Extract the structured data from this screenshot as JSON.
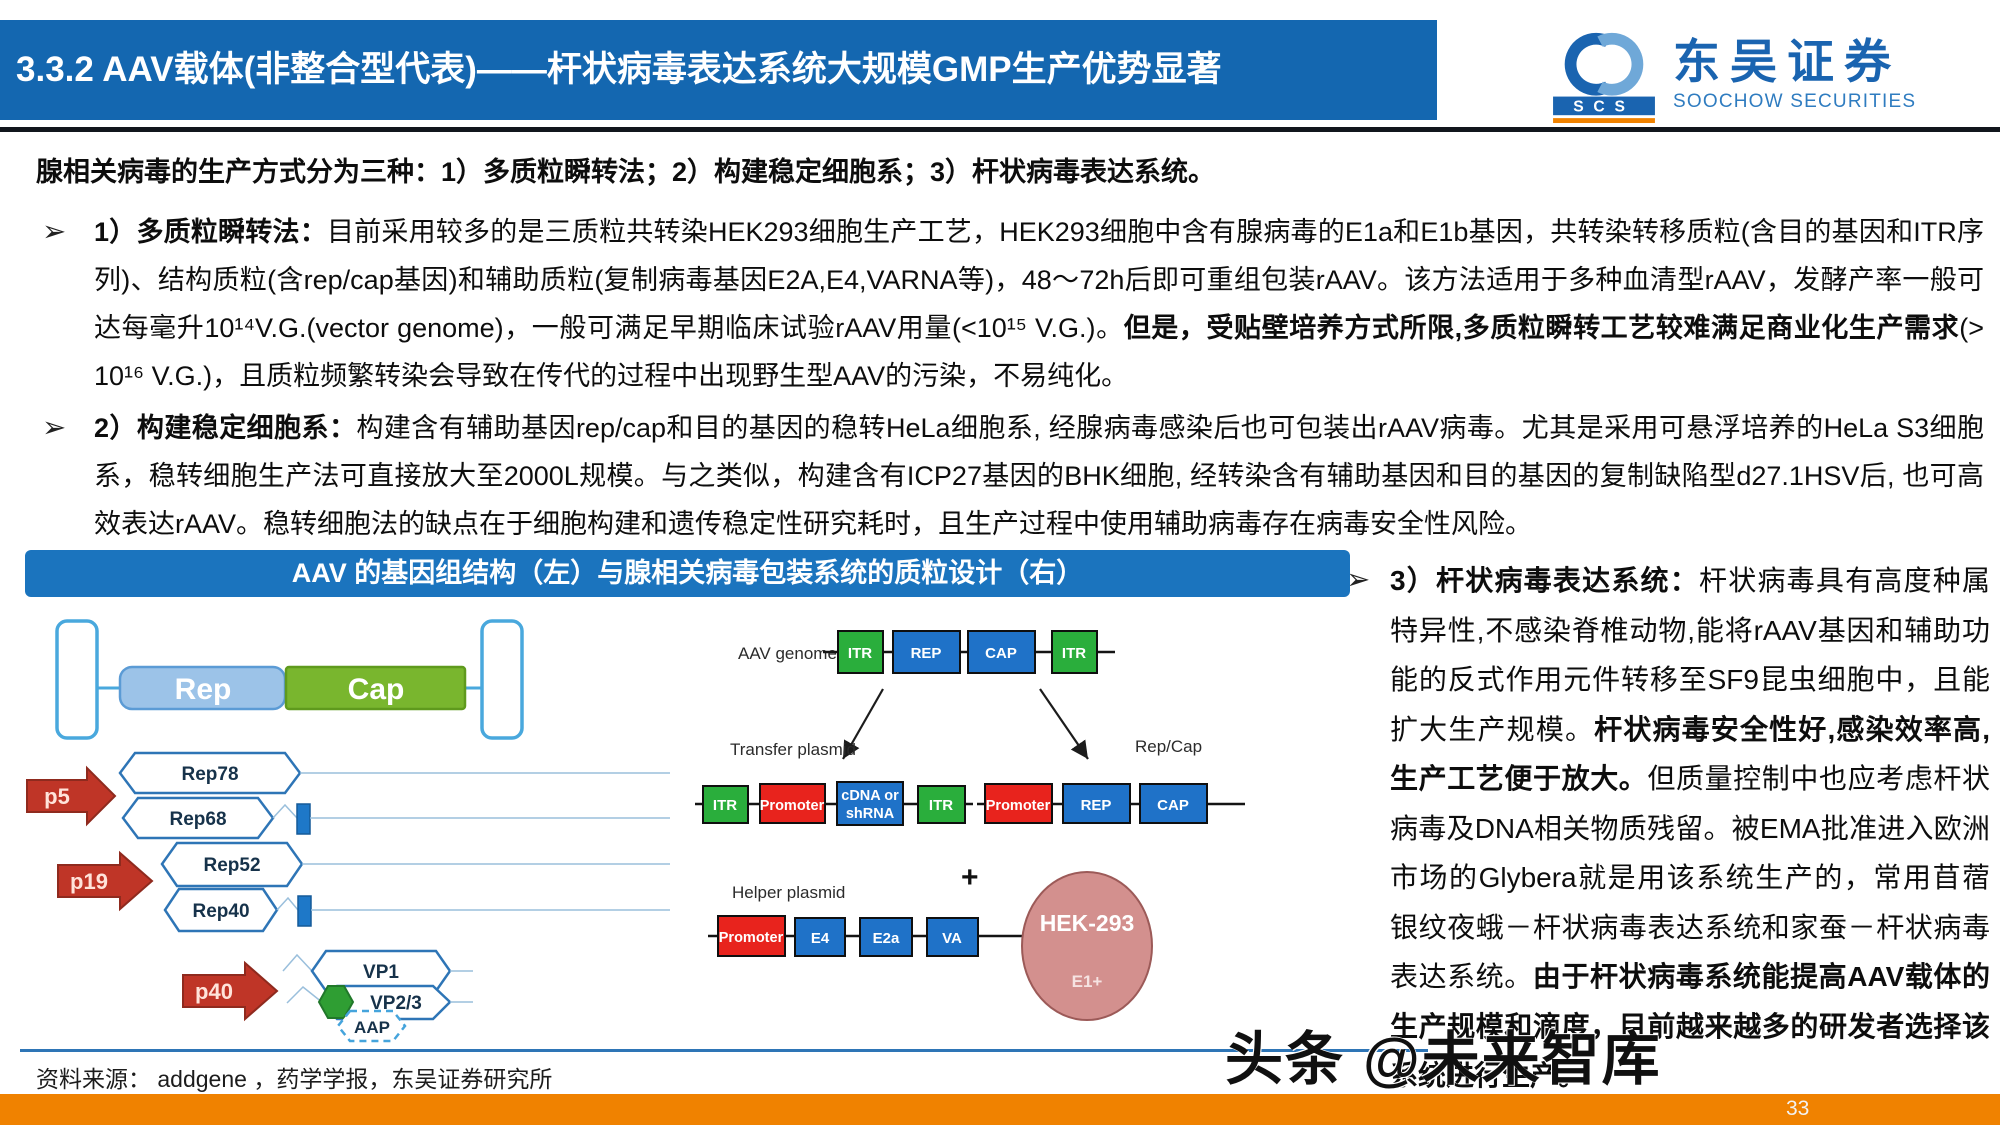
{
  "header": {
    "title": "3.3.2 AAV载体(非整合型代表)——杆状病毒表达系统大规模GMP生产优势显著"
  },
  "logo": {
    "cn": "东吴证券",
    "en": "SOOCHOW SECURITIES",
    "abbr": "SCS"
  },
  "intro": "腺相关病毒的生产方式分为三种：1）多质粒瞬转法；2）构建稳定细胞系；3）杆状病毒表达系统。",
  "bullets": {
    "marker": "➢",
    "b1": {
      "s1": "1）多质粒瞬转法：",
      "s2": "目前采用较多的是三质粒共转染HEK293细胞生产工艺，HEK293细胞中含有腺病毒的E1a和E1b基因，共转染转移质粒(含目的基因和ITR序列)、结构质粒(含rep/cap基因)和辅助质粒(复制病毒基因E2A,E4,VARNA等)，48～72h后即可重组包装rAAV。该方法适用于多种血清型rAAV，发酵产率一般可达每毫升10¹⁴V.G.(vector genome)，一般可满足早期临床试验rAAV用量(<10¹⁵ V.G.)。",
      "s3": "但是，受贴壁培养方式所限,多质粒瞬转工艺较难满足商业化生产需求",
      "s4": "(> 10¹⁶ V.G.)，且质粒频繁转染会导致在传代的过程中出现野生型AAV的污染，不易纯化。"
    },
    "b2": {
      "s1": "2）构建稳定细胞系：",
      "s2": "构建含有辅助基因rep/cap和目的基因的稳转HeLa细胞系, 经腺病毒感染后也可包装出rAAV病毒。尤其是采用可悬浮培养的HeLa S3细胞系，稳转细胞生产法可直接放大至2000L规模。与之类似，构建含有ICP27基因的BHK细胞, 经转染含有辅助基因和目的基因的复制缺陷型d27.1HSV后, 也可高效表达rAAV。稳转细胞法的缺点在于细胞构建和遗传稳定性研究耗时，且生产过程中使用辅助病毒存在病毒安全性风险。"
    },
    "b3": {
      "s1": "3）杆状病毒表达系统：",
      "s2": "杆状病毒具有高度种属特异性,不感染脊椎动物,能将rAAV基因和辅助功能的反式作用元件转移至SF9昆虫细胞中，且能扩大生产规模。",
      "s3": "杆状病毒安全性好,感染效率高,生产工艺便于放大。",
      "s4": "但质量控制中也应考虑杆状病毒及DNA相关物质残留。被EMA批准进入欧洲市场的Glybera就是用该系统生产的，常用苜蓿银纹夜蛾－杆状病毒表达系统和家蚕－杆状病毒表达系统。",
      "s5": "由于杆状病毒系统能提高AAV载体的生产规模和滴度，目前越来越多的研发者选择该系统进行生产。"
    }
  },
  "figure": {
    "title": "AAV 的基因组结构（左）与腺相关病毒包装系统的质粒设计（右）",
    "genome": {
      "rep": "Rep",
      "cap": "Cap",
      "p5": "p5",
      "p19": "p19",
      "p40": "p40",
      "rep78": "Rep78",
      "rep68": "Rep68",
      "rep52": "Rep52",
      "rep40": "Rep40",
      "vp1": "VP1",
      "vp23": "VP2/3",
      "aap": "AAP"
    },
    "plasmids": {
      "aav_genome_label": "AAV genome",
      "itr": "ITR",
      "rep": "REP",
      "cap": "CAP",
      "transfer_label": "Transfer plasmid",
      "promoter": "Promoter",
      "cdna_line1": "cDNA or",
      "cdna_line2": "shRNA",
      "repcap_label": "Rep/Cap",
      "plus": "+",
      "helper_label": "Helper plasmid",
      "e4": "E4",
      "e2a": "E2a",
      "va": "VA",
      "hek": "HEK-293",
      "e1": "E1+"
    }
  },
  "footer": {
    "source": "资料来源： addgene ，药学学报，东吴证券研究所",
    "page": "33"
  },
  "watermark": "头条 @未来智库",
  "colors": {
    "header_blue": "#1467b0",
    "figure_bar_blue": "#1b74be",
    "bottom_orange": "#f08200",
    "box_green": "#2aae3c",
    "box_blue": "#1f72c8",
    "box_red": "#e8231d",
    "rep_lightblue": "#9cc3e8",
    "cap_green": "#79b62e",
    "arrow_red": "#bf3527",
    "hek_pink": "#d3908e",
    "divider_blue": "#2e75b6"
  }
}
